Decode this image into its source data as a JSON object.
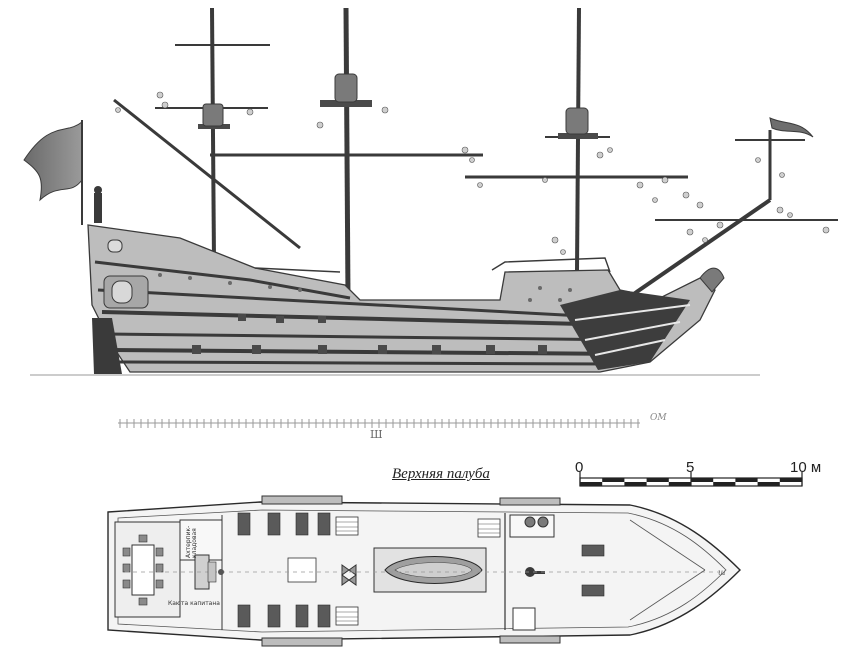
{
  "title": "Верхняя палуба",
  "scale": {
    "ticks": [
      "0",
      "5",
      "10 м"
    ]
  },
  "frame_mark_side": "ОМ",
  "section_mark": "Ш",
  "frame_mark_plan": "ш",
  "plan_labels": {
    "upper_left": "Ахтерпик-кладовая",
    "lower_left": "Каюта капитана"
  },
  "colors": {
    "ink": "#2a2a2a",
    "hull": "#8f8f8f",
    "hull_light": "#c8c8c8",
    "hull_dark": "#3a3a3a"
  }
}
